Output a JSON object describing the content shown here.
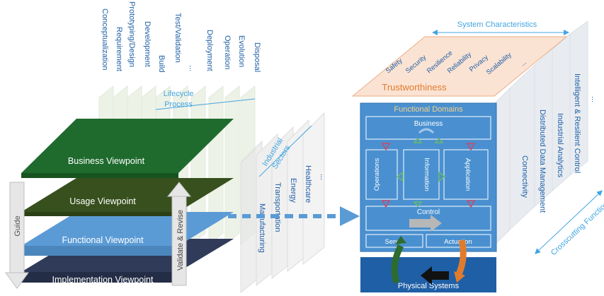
{
  "lifecycle": {
    "title_line1": "Lifecycle",
    "title_line2": "Process",
    "stages": [
      "Conceptualization",
      "Requirement",
      "Prototyping/Design",
      "Development",
      "Build",
      "Test/Validation",
      "...",
      "Deployment",
      "Operation",
      "Evolution",
      "Disposal"
    ]
  },
  "viewpoints": {
    "business": "Business Viewpoint",
    "usage": "Usage Viewpoint",
    "functional": "Functional Viewpoint",
    "implementation": "Implementation Viewpoint",
    "guide": "Guide",
    "validate": "Validate & Revise"
  },
  "sectors": {
    "title_line1": "Industrial",
    "title_line2": "Sectors",
    "items": [
      "Manufacturing",
      "Transportation",
      "Energy",
      "Healthcare",
      "..."
    ]
  },
  "characteristics": {
    "title": "System Characteristics",
    "trust": "Trustworthiness",
    "items": [
      "Safety",
      "Security",
      "Resilience",
      "Reliability",
      "Privacy",
      "Scalability",
      "..."
    ]
  },
  "domains": {
    "title": "Functional Domains",
    "business": "Business",
    "operations": "Operations",
    "information": "Information",
    "application": "Application",
    "control": "Control",
    "sense": "Sense",
    "actuation": "Actuation",
    "physical": "Physical Systems"
  },
  "crosscutting": {
    "title": "Crosscutting Functions",
    "items": [
      "Connectivity",
      "Distributed Data Management",
      "Industrial Analytics",
      "Intelligent & Resilient Control",
      "..."
    ]
  },
  "colors": {
    "business": "#1f6b2e",
    "usage": "#37501d",
    "functional": "#5b9bd5",
    "implementation": "#2f3b58",
    "accent": "#42a5e0",
    "trust": "#f6c7a4",
    "domains": "#4a90d0",
    "physical": "#1f5fa6"
  }
}
